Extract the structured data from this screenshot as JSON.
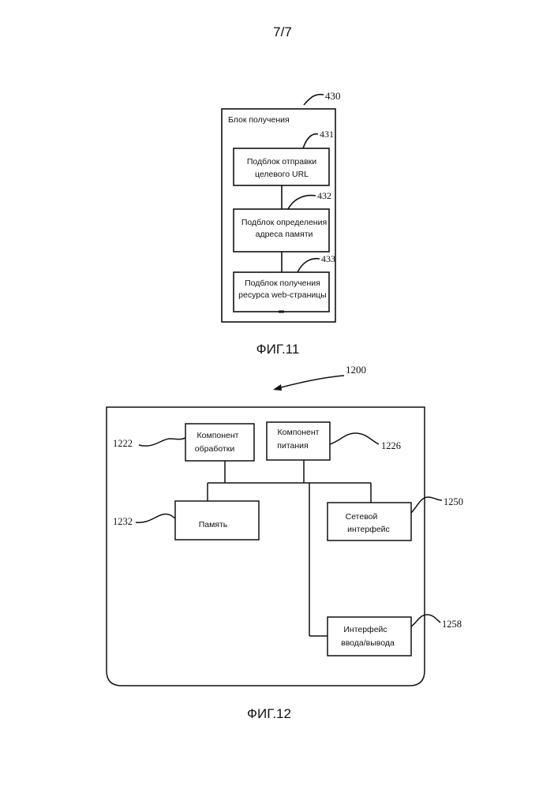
{
  "page_number": "7/7",
  "fig11": {
    "caption": "ФИГ.11",
    "outer": {
      "ref": "430",
      "title": "Блок получения"
    },
    "blocks": [
      {
        "ref": "431",
        "line1": "Подблок отправки",
        "line2": "целевого URL"
      },
      {
        "ref": "432",
        "line1": "Подблок определения",
        "line2": "адреса памяти"
      },
      {
        "ref": "433",
        "line1": "Подблок получения",
        "line2": "ресурса web-страницы"
      }
    ]
  },
  "fig12": {
    "caption": "ФИГ.12",
    "ref": "1200",
    "components": {
      "processing": {
        "ref": "1222",
        "line1": "Компонент",
        "line2": "обработки"
      },
      "power": {
        "ref": "1226",
        "line1": "Компонент",
        "line2": "питания"
      },
      "memory": {
        "ref": "1232",
        "label": "Память"
      },
      "network": {
        "ref": "1250",
        "line1": "Сетевой",
        "line2": "интерфейс"
      },
      "io": {
        "ref": "1258",
        "line1": "Интерфейс",
        "line2": "ввода/вывода"
      }
    }
  }
}
